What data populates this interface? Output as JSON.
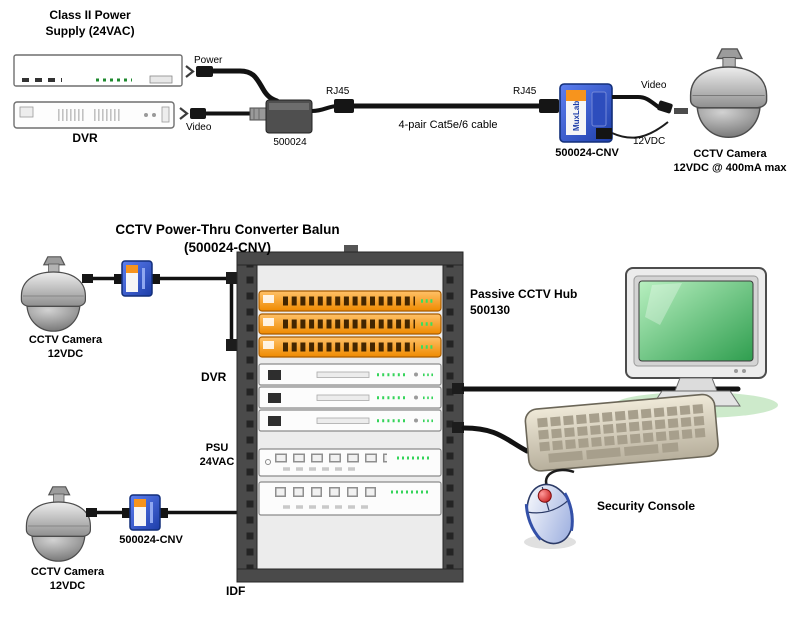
{
  "top": {
    "psu_label": "Class II Power\nSupply (24VAC)",
    "dvr": "DVR",
    "power": "Power",
    "video_in": "Video",
    "balun": "500024",
    "rj45_a": "RJ45",
    "rj45_b": "RJ45",
    "cable": "4-pair Cat5e/6 cable",
    "converter": "500024-CNV",
    "brand": "MuxLab",
    "video_out": "Video",
    "dc": "12VDC",
    "camera": "CCTV Camera\n12VDC @ 400mA max"
  },
  "bottom": {
    "title": "CCTV Power-Thru Converter Balun\n(500024-CNV)",
    "camera_a": "CCTV Camera\n12VDC",
    "converter": "500024-CNV",
    "camera_b": "CCTV Camera\n12VDC",
    "dvr": "DVR",
    "psu": "PSU\n24VAC",
    "idf": "IDF",
    "hub": "Passive CCTV Hub\n500130",
    "console": "Security Console"
  },
  "colors": {
    "hub_orange": "#F7941D",
    "converter_blue": "#2E55C8",
    "screen_green": "#3FAE5C",
    "rack_gray": "#4A4A4A",
    "cable_black": "#121212",
    "shadow_green": "#CDEACB",
    "keyboard_beige": "#D8D0BE"
  }
}
